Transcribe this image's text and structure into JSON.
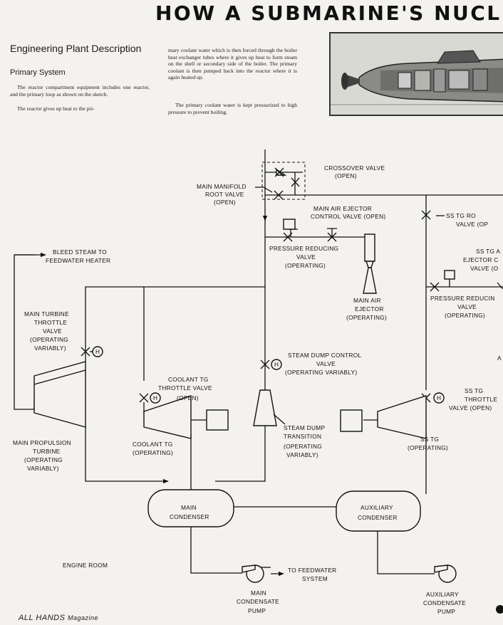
{
  "header": {
    "headline": "HOW A SUBMARINE'S NUCLE"
  },
  "article": {
    "section_title": "Engineering Plant Description",
    "sub_title": "Primary System",
    "col1_p1": "The reactor compartment equipment includes one reactor, and the primary loop as shown on the sketch.",
    "col1_p2": "The reactor gives up heat to the pri-",
    "col2_p1": "mary coolant water which is then forced through the boiler heat exchanger tubes where it gives up heat to form steam on the shell or secondary side of the boiler. The primary coolant is then pumped back into the reactor where it is again heated up.",
    "col2_p2": "The primary coolant water is kept pressurized to high pressure to prevent boiling."
  },
  "diagram": {
    "crossover_valve": [
      "CROSSOVER VALVE",
      "(OPEN)"
    ],
    "main_manifold": [
      "MAIN MANIFOLD",
      "ROOT VALVE",
      "(OPEN)"
    ],
    "main_air_ejector_control": [
      "MAIN AIR EJECTOR",
      "CONTROL VALVE (OPEN)"
    ],
    "ss_tg_root": [
      "SS TG RO",
      "VALVE (OP"
    ],
    "bleed_steam": [
      "BLEED STEAM TO",
      "FEEDWATER HEATER"
    ],
    "pressure_reducing_1": [
      "PRESSURE REDUCING",
      "VALVE",
      "(OPERATING)"
    ],
    "ss_tg_air_ejector": [
      "SS TG A",
      "EJECTOR C",
      "VALVE (O"
    ],
    "main_air_ejector": [
      "MAIN AIR",
      "EJECTOR",
      "(OPERATING)"
    ],
    "pressure_reducing_2": [
      "PRESSURE REDUCIN",
      "VALVE",
      "(OPERATING)"
    ],
    "main_turbine_throttle": [
      "MAIN TURBINE",
      "THROTTLE",
      "VALVE",
      "(OPERATING",
      "VARIABLY)"
    ],
    "steam_dump_control": [
      "STEAM DUMP CONTROL",
      "VALVE",
      "(OPERATING VARIABLY)"
    ],
    "coolant_tg_throttle": [
      "COOLANT TG",
      "THROTTLE VALVE",
      "(OPEN)"
    ],
    "ss_tg_throttle": [
      "SS TG",
      "THROTTLE",
      "VALVE (OPEN)"
    ],
    "edge_a": "A",
    "main_propulsion_turbine": [
      "MAIN PROPULSION",
      "TURBINE",
      "(OPERATING",
      "VARIABLY)"
    ],
    "coolant_tg": [
      "COOLANT TG",
      "(OPERATING)"
    ],
    "steam_dump_transition": [
      "STEAM DUMP",
      "TRANSITION",
      "(OPERATING",
      "VARIABLY)"
    ],
    "ss_tg": [
      "SS TG",
      "(OPERATING)"
    ],
    "main_condenser": [
      "MAIN",
      "CONDENSER"
    ],
    "auxiliary_condenser": [
      "AUXILIARY",
      "CONDENSER"
    ],
    "engine_room": "ENGINE ROOM",
    "to_feedwater": [
      "TO FEEDWATER",
      "SYSTEM"
    ],
    "main_condensate_pump": [
      "MAIN",
      "CONDENSATE",
      "PUMP"
    ],
    "auxiliary_condensate_pump": [
      "AUXILIARY",
      "CONDENSATE",
      "PUMP"
    ],
    "handwheel_letter": "H"
  },
  "footer": {
    "magazine_name": "ALL HANDS",
    "magazine_word": "Magazine"
  }
}
